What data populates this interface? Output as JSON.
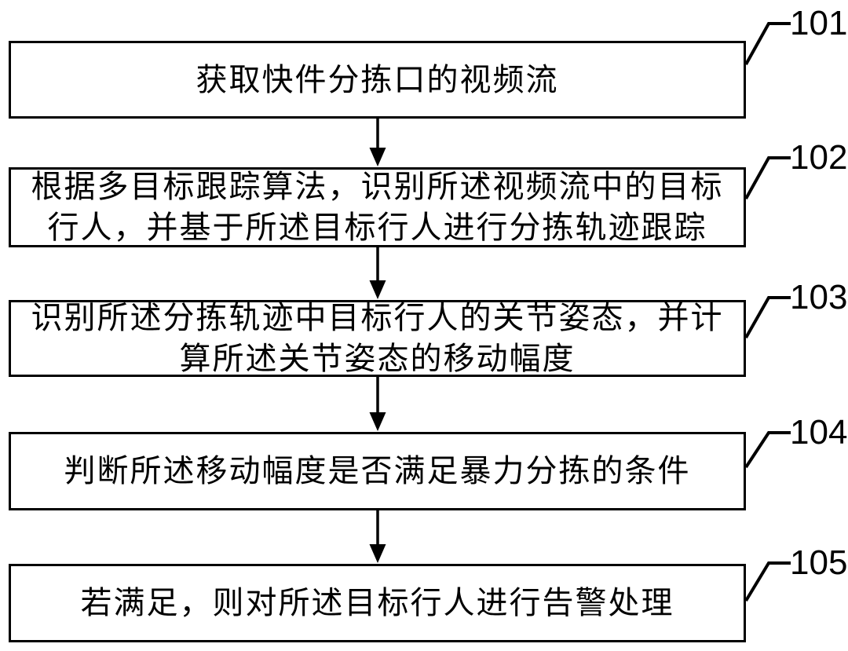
{
  "figure": {
    "type": "flowchart",
    "colors": {
      "stroke": "#000000",
      "background": "#ffffff"
    },
    "steps": [
      {
        "ref": "101",
        "lines": [
          "获取快件分拣口的视频流"
        ]
      },
      {
        "ref": "102",
        "lines": [
          "根据多目标跟踪算法，识别所述视频流中的目标",
          "行人，并基于所述目标行人进行分拣轨迹跟踪"
        ]
      },
      {
        "ref": "103",
        "lines": [
          "识别所述分拣轨迹中目标行人的关节姿态，并计",
          "算所述关节姿态的移动幅度"
        ]
      },
      {
        "ref": "104",
        "lines": [
          "判断所述移动幅度是否满足暴力分拣的条件"
        ]
      },
      {
        "ref": "105",
        "lines": [
          "若满足，则对所述目标行人进行告警处理"
        ]
      }
    ]
  }
}
